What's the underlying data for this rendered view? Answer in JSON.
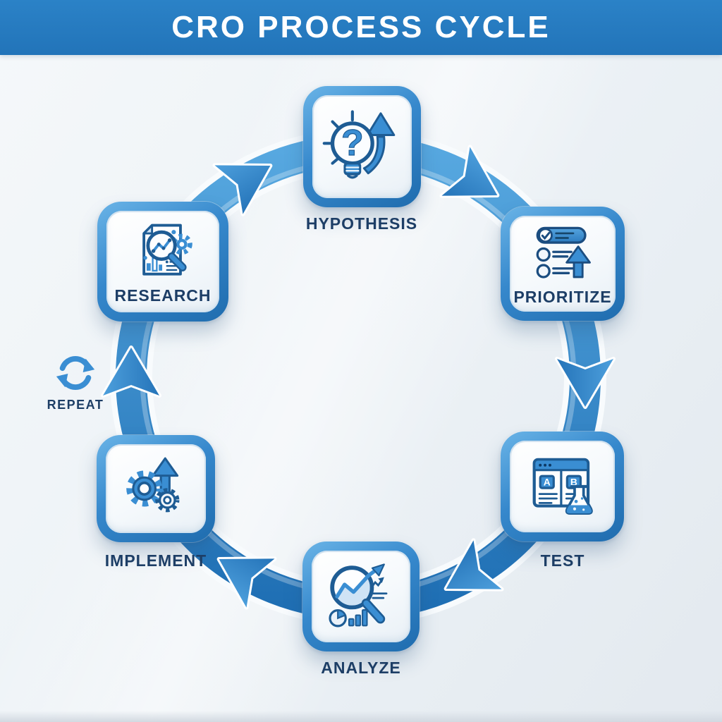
{
  "header": {
    "title": "CRO PROCESS CYCLE"
  },
  "cycle": {
    "flow_direction": "clockwise",
    "stages": [
      {
        "id": "hypothesis",
        "label": "HYPOTHESIS",
        "icon": "lightbulb-question-arrow-icon",
        "label_position": "below",
        "position": "top"
      },
      {
        "id": "prioritize",
        "label": "PRIORITIZE",
        "icon": "checklist-up-arrow-icon",
        "label_position": "inside",
        "position": "upper-right"
      },
      {
        "id": "test",
        "label": "TEST",
        "icon": "ab-test-flask-icon",
        "label_position": "below",
        "position": "lower-right"
      },
      {
        "id": "analyze",
        "label": "ANALYZE",
        "icon": "magnifier-trend-chart-icon",
        "label_position": "below",
        "position": "bottom"
      },
      {
        "id": "implement",
        "label": "IMPLEMENT",
        "icon": "gears-up-arrow-icon",
        "label_position": "below",
        "position": "lower-left"
      },
      {
        "id": "research",
        "label": "RESEARCH",
        "icon": "document-magnifier-gear-icon",
        "label_position": "inside",
        "position": "upper-left"
      }
    ]
  },
  "repeat": {
    "label": "REPEAT",
    "icon": "refresh-cycle-icon"
  },
  "colors": {
    "header_bg": "#2478bf",
    "header_text": "#ffffff",
    "ring_blue": "#2e7fc4",
    "icon_blue": "#3a8ed3",
    "icon_outline": "#1e5c94",
    "label_text": "#1d3e66",
    "background": "#ecf1f5"
  }
}
